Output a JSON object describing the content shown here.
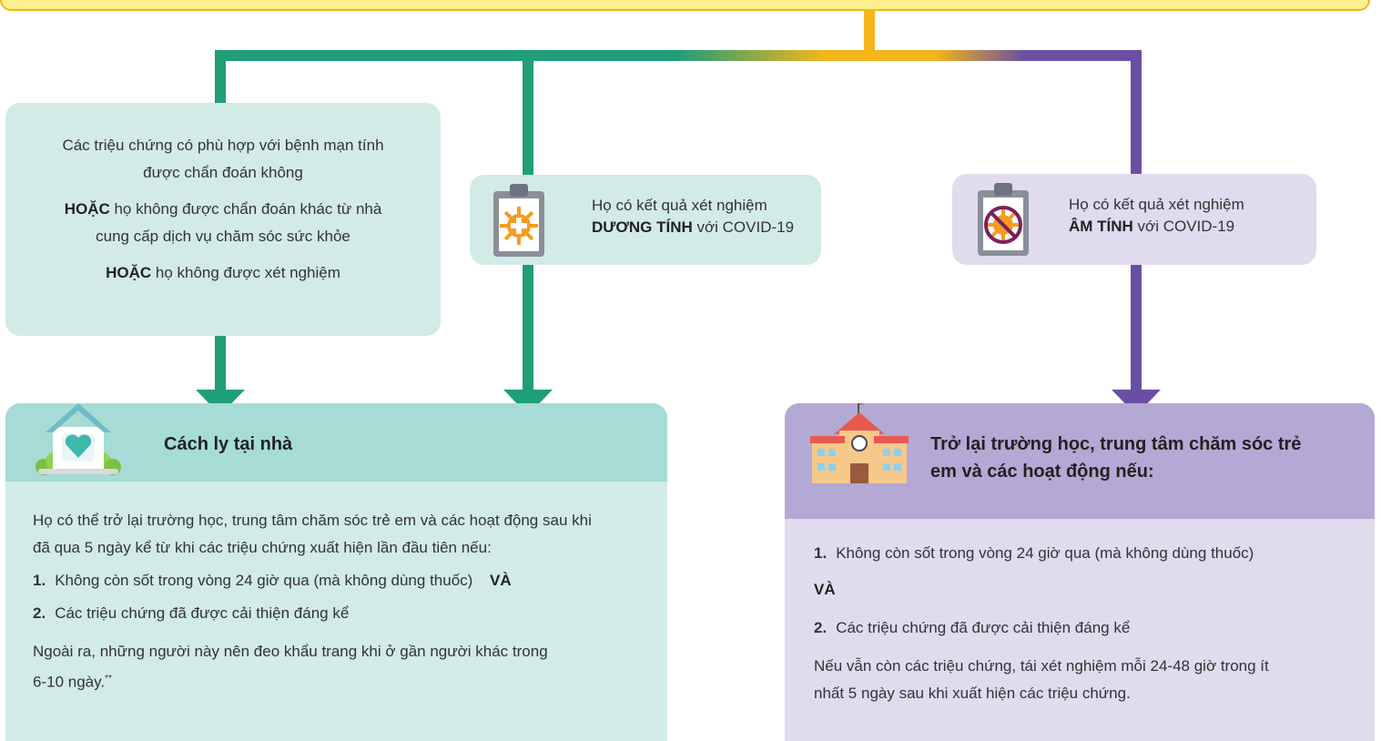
{
  "colors": {
    "green": "#1f9e78",
    "yellow": "#f4b619",
    "purple": "#6a4ea3",
    "teal_light": "#d2ebe7",
    "teal_dark": "#a6dcd5",
    "lavender_light": "#e0dbed",
    "lavender_dark": "#b4a8d5"
  },
  "left_box": {
    "line1": "Các triệu chứng có phù hợp với bệnh mạn tính",
    "line2": "được chẩn đoán không",
    "or_label": "HOẶC",
    "line3_rest": " họ không được chẩn đoán khác từ nhà",
    "line4": "cung cấp dịch vụ chăm sóc sức khỏe",
    "line5_rest": " họ không được xét nghiệm"
  },
  "positive_box": {
    "line1": "Họ có kết quả xét nghiệm",
    "emph": "DƯƠNG TÍNH",
    "rest": " với COVID-19",
    "icon": "clipboard-virus-icon"
  },
  "negative_box": {
    "line1": "Họ có kết quả xét nghiệm",
    "emph": "ÂM TÍNH",
    "rest": " với COVID-19",
    "icon": "clipboard-no-virus-icon"
  },
  "home_card": {
    "title": "Cách ly tại nhà",
    "icon": "house-heart-icon",
    "para1_l1": "Họ có thể trở lại trường học, trung tâm chăm sóc trẻ em và các hoạt động sau khi",
    "para1_l2": "đã qua 5 ngày kể từ khi các triệu chứng xuất hiện lần đầu tiên nếu:",
    "item1_num": "1.",
    "item1_text": "Không còn sốt trong vòng 24 giờ qua (mà không dùng thuốc)",
    "item1_and": "VÀ",
    "item2_num": "2.",
    "item2_text": "Các triệu chứng đã được cải thiện đáng kể",
    "para2_l1": "Ngoài ra, những người này nên đeo khẩu trang khi ở gần người khác trong",
    "para2_l2": "6-10 ngày.",
    "footnote": "**"
  },
  "school_card": {
    "title_l1": "Trở lại trường học, trung tâm chăm sóc trẻ",
    "title_l2": "em và các hoạt động nếu:",
    "icon": "school-building-icon",
    "item1_num": "1.",
    "item1_text": "Không còn sốt trong vòng 24 giờ qua (mà không dùng thuốc)",
    "and_label": "VÀ",
    "item2_num": "2.",
    "item2_text": "Các triệu chứng đã được cải thiện đáng kể",
    "para_l1": "Nếu vẫn còn các triệu chứng, tái xét nghiệm mỗi 24-48 giờ trong ít",
    "para_l2": "nhất 5 ngày sau khi xuất hiện các triệu chứng."
  }
}
